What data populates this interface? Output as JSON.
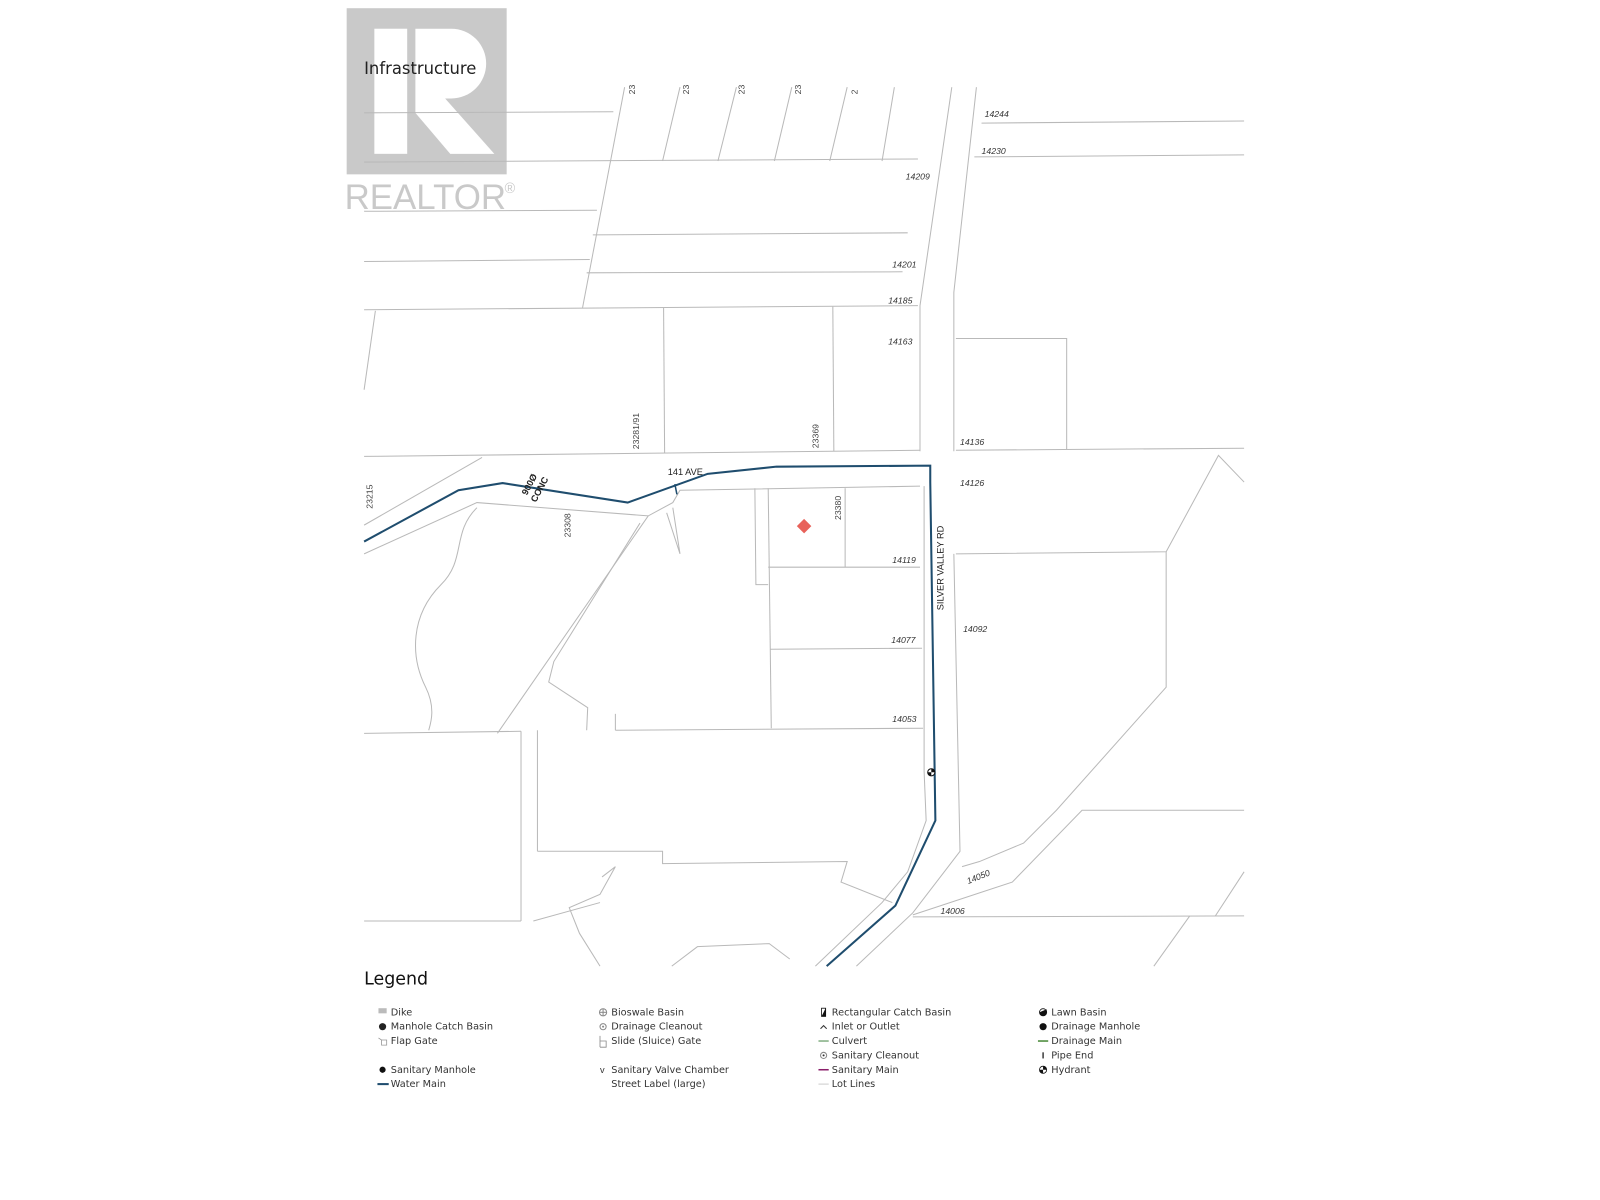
{
  "header": {
    "title": "Infrastructure"
  },
  "watermark": {
    "text": "REALTOR",
    "registered": "®"
  },
  "map": {
    "colors": {
      "lot_lines": "#b9b9b9",
      "water_main": "#1f4d6e",
      "subject_marker": "#e8625a"
    },
    "streets": [
      {
        "name": "141 AVE"
      },
      {
        "name": "SILVER VALLEY RD"
      }
    ],
    "pipe_annotation": {
      "line1": "900Ø",
      "line2": "CONC"
    },
    "lot_labels": {
      "top_truncated": [
        "23",
        "23",
        "23",
        "23",
        "2"
      ],
      "l14244": "14244",
      "l14230": "14230",
      "l14209": "14209",
      "l14201": "14201",
      "l14185": "14185",
      "l14163": "14163",
      "l23281": "23281/91",
      "l23369": "23369",
      "l14136": "14136",
      "l14126": "14126",
      "l23215": "23215",
      "l23308": "23308",
      "l23380": "23380",
      "l14119": "14119",
      "l14092": "14092",
      "l14077": "14077",
      "l14053": "14053",
      "l14050": "14050",
      "l14006": "14006"
    }
  },
  "legend": {
    "title": "Legend",
    "columns": [
      {
        "items": [
          {
            "icon": "dike-icon",
            "label": "Dike"
          },
          {
            "icon": "manhole-catch-basin-icon",
            "label": "Manhole Catch Basin"
          },
          {
            "icon": "flap-gate-icon",
            "label": "Flap Gate"
          },
          {
            "icon": "sanitary-manhole-icon",
            "label": "Sanitary Manhole"
          },
          {
            "icon": "water-main-icon",
            "label": "Water Main"
          }
        ]
      },
      {
        "items": [
          {
            "icon": "bioswale-basin-icon",
            "label": "Bioswale Basin"
          },
          {
            "icon": "drainage-cleanout-icon",
            "label": "Drainage Cleanout"
          },
          {
            "icon": "slide-gate-icon",
            "label": "Slide (Sluice) Gate"
          },
          {
            "icon": "sanitary-valve-chamber-icon",
            "label": "Sanitary Valve Chamber"
          },
          {
            "icon": "street-label-icon",
            "label": "Street Label (large)"
          }
        ]
      },
      {
        "items": [
          {
            "icon": "rectangular-catch-basin-icon",
            "label": "Rectangular Catch Basin"
          },
          {
            "icon": "inlet-outlet-icon",
            "label": "Inlet or Outlet"
          },
          {
            "icon": "culvert-icon",
            "label": "Culvert"
          },
          {
            "icon": "sanitary-cleanout-icon",
            "label": "Sanitary Cleanout"
          },
          {
            "icon": "sanitary-main-icon",
            "label": "Sanitary Main"
          },
          {
            "icon": "lot-lines-icon",
            "label": "Lot Lines"
          }
        ]
      },
      {
        "items": [
          {
            "icon": "lawn-basin-icon",
            "label": "Lawn Basin"
          },
          {
            "icon": "drainage-manhole-icon",
            "label": "Drainage Manhole"
          },
          {
            "icon": "drainage-main-icon",
            "label": "Drainage Main"
          },
          {
            "icon": "pipe-end-icon",
            "label": "Pipe End"
          },
          {
            "icon": "hydrant-icon",
            "label": "Hydrant"
          }
        ]
      }
    ]
  }
}
